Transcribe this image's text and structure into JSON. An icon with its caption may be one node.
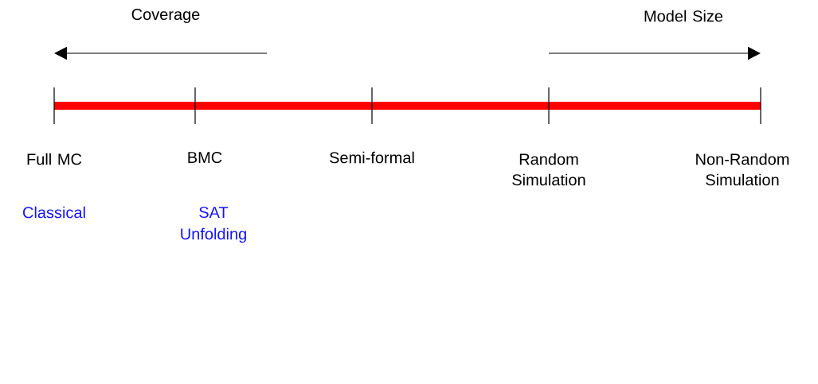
{
  "diagram": {
    "labels": [
      "Coverage",
      "Model Size",
      "Full MC",
      "BMC",
      "Semi-formal",
      "Random Simulation",
      "Non-Random Simulation",
      "Classical",
      "SAT",
      "Unfolding"
    ]
  }
}
